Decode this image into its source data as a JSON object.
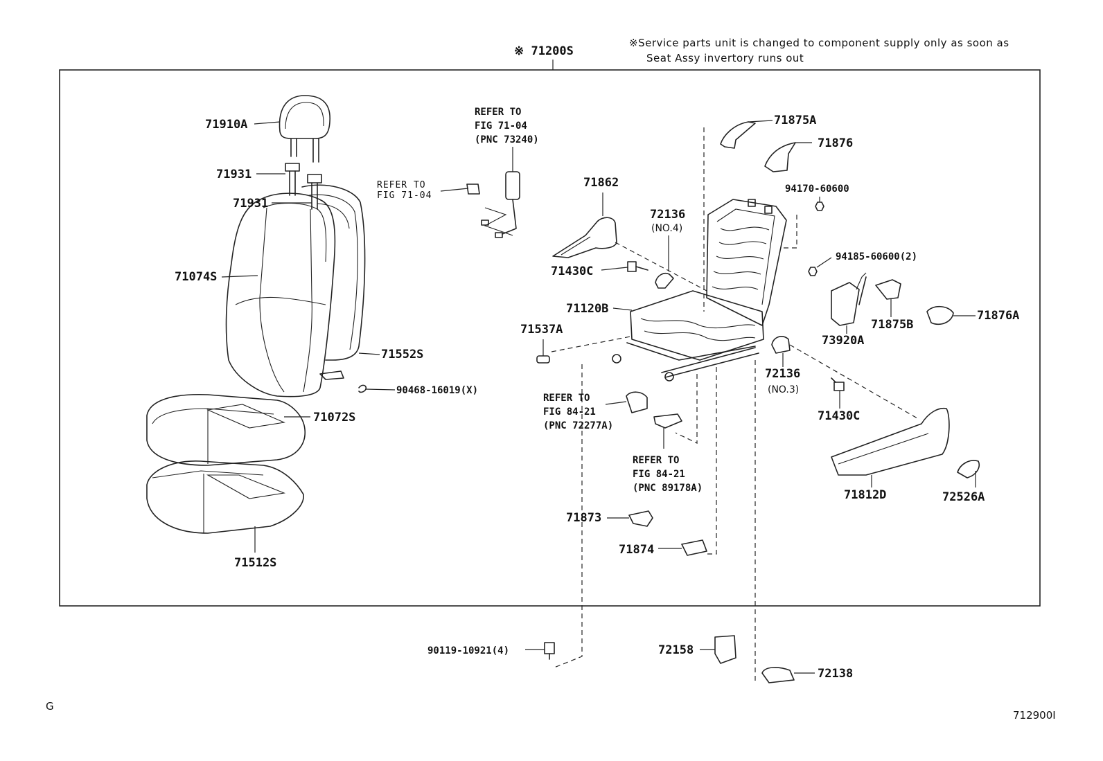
{
  "diagram": {
    "assembly_label": "※ 71200S",
    "service_note": {
      "line1": "※Service parts unit is changed to component supply only as soon as",
      "line2": "Seat Assy invertory runs out"
    },
    "part_labels": {
      "p71910A": "71910A",
      "p71931_a": "71931",
      "p71931_b": "71931",
      "p71074S": "71074S",
      "p71552S": "71552S",
      "p90468": "90468-16019(X)",
      "p71072S": "71072S",
      "p71512S": "71512S",
      "p71862": "71862",
      "p72136_no4": "72136",
      "p72136_no4_note": "(NO.4)",
      "p71430C_a": "71430C",
      "p71120B": "71120B",
      "p71537A": "71537A",
      "p71875A": "71875A",
      "p71876": "71876",
      "p94170": "94170-60600",
      "p94185": "94185-60600(2)",
      "p71875B": "71875B",
      "p71876A": "71876A",
      "p73920A": "73920A",
      "p72136_no3": "72136",
      "p72136_no3_note": "(NO.3)",
      "p71430C_b": "71430C",
      "p71812D": "71812D",
      "p72526A": "72526A",
      "p71873": "71873",
      "p71874": "71874",
      "p90119": "90119-10921(4)",
      "p72158": "72158",
      "p72138": "72138"
    },
    "references": {
      "ref_belt": "REFER TO\nFIG 71-04\n(PNC 73240)",
      "ref_belt_small": "REFER TO\nFIG 71-04",
      "ref_84_a": "REFER TO\nFIG 84-21\n(PNC 72277A)",
      "ref_84_b": "REFER TO\nFIG 84-21\n(PNC 89178A)"
    },
    "corner_left": "G",
    "corner_right": "712900I"
  }
}
